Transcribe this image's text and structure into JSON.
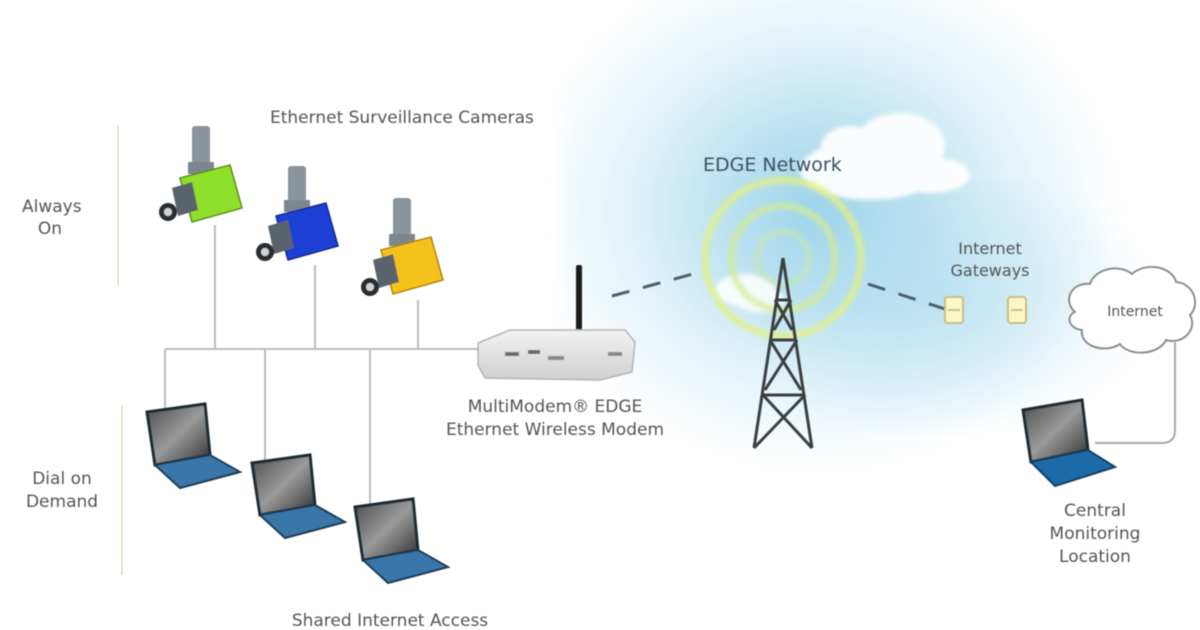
{
  "diagram": {
    "labels": {
      "cameras_title": "Ethernet Surveillance Cameras",
      "always_on_1": "Always",
      "always_on_2": "On",
      "dial_on_demand_1": "Dial on",
      "dial_on_demand_2": "Demand",
      "modem_1": "MultiModem® EDGE",
      "modem_2": "Ethernet Wireless Modem",
      "shared_access": "Shared Internet Access",
      "edge_network": "EDGE Network",
      "gateways_1": "Internet",
      "gateways_2": "Gateways",
      "internet_cloud": "Internet",
      "central_1": "Central",
      "central_2": "Monitoring",
      "central_3": "Location"
    },
    "nodes": {
      "cameras": [
        {
          "name": "camera-green",
          "color": "#8fe02a"
        },
        {
          "name": "camera-blue",
          "color": "#1f3fd6"
        },
        {
          "name": "camera-yellow",
          "color": "#f5c21a"
        }
      ],
      "laptops": [
        {
          "name": "laptop-1"
        },
        {
          "name": "laptop-2"
        },
        {
          "name": "laptop-3"
        },
        {
          "name": "laptop-central"
        }
      ],
      "modem": {
        "name": "multimodem-edge"
      },
      "tower": {
        "name": "cell-tower"
      },
      "gateways": [
        {
          "name": "gateway-1"
        },
        {
          "name": "gateway-2"
        }
      ],
      "internet": {
        "name": "internet-cloud"
      }
    },
    "colors": {
      "line": "#b8b8b8",
      "sky": "#9dd3ea",
      "signal_ring": "#d8ec7a",
      "laptop_body": "#3b76a8",
      "gateway": "#e8dc8a"
    }
  }
}
